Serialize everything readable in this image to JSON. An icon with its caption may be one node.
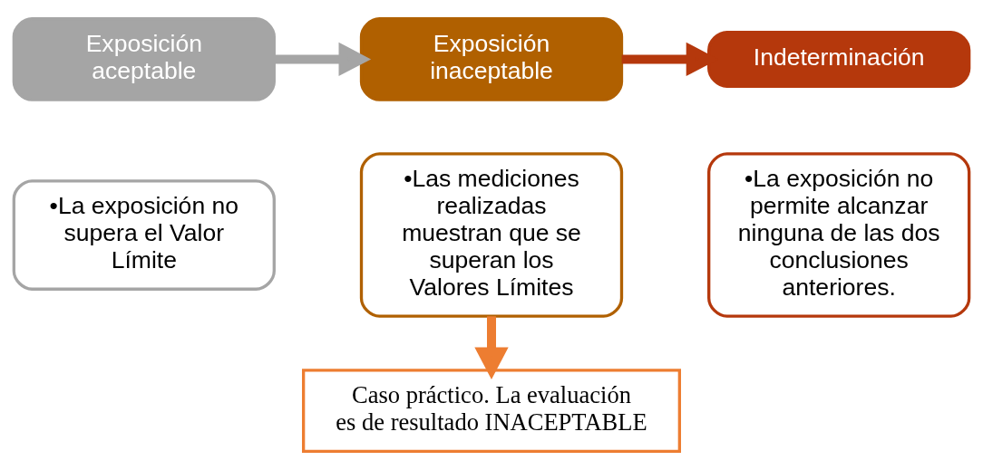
{
  "diagram": {
    "nodes": [
      {
        "text": [
          "Exposición aceptable"
        ]
      },
      {
        "text": [
          "•La exposición no supera el Valor Límite"
        ]
      },
      {
        "text": [
          "Exposición inaceptable"
        ]
      },
      {
        "text": [
          "•Las mediciones realizadas muestran que se superan los Valores Límites"
        ]
      },
      {
        "text": [
          "Indeterminación"
        ]
      },
      {
        "text": [
          "•La exposición no permite alcanzar ninguna de las dos conclusiones anteriores."
        ]
      },
      {
        "text": [
          "Caso práctico. La evaluación es de resultado INACEPTABLE"
        ]
      }
    ],
    "edges": [
      {
        "from": 0,
        "to": 2,
        "arrow": "to",
        "color": "#a5a5a5"
      },
      {
        "from": 2,
        "to": 4,
        "arrow": "to",
        "color": "#b5380c"
      },
      {
        "from": 3,
        "to": 6,
        "arrow": "to",
        "color": "#ed7d31"
      }
    ]
  }
}
